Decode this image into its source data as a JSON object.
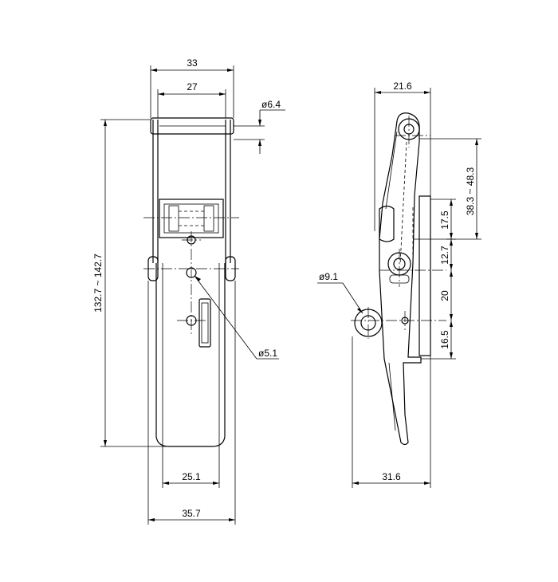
{
  "front_view": {
    "width_top": "33",
    "width_inner": "27",
    "pin_diameter": "ø6.4",
    "height_range": "132.7 ~ 142.7",
    "hole_diameter": "ø5.1",
    "width_body": "25.1",
    "width_overall": "35.7"
  },
  "side_view": {
    "width_top": "21.6",
    "pivot_diameter": "ø9.1",
    "reach_range": "38.3 ~ 48.3",
    "dim_17_5": "17.5",
    "dim_12_7": "12.7",
    "dim_20": "20",
    "dim_16_5": "16.5",
    "width_overall": "31.6"
  }
}
